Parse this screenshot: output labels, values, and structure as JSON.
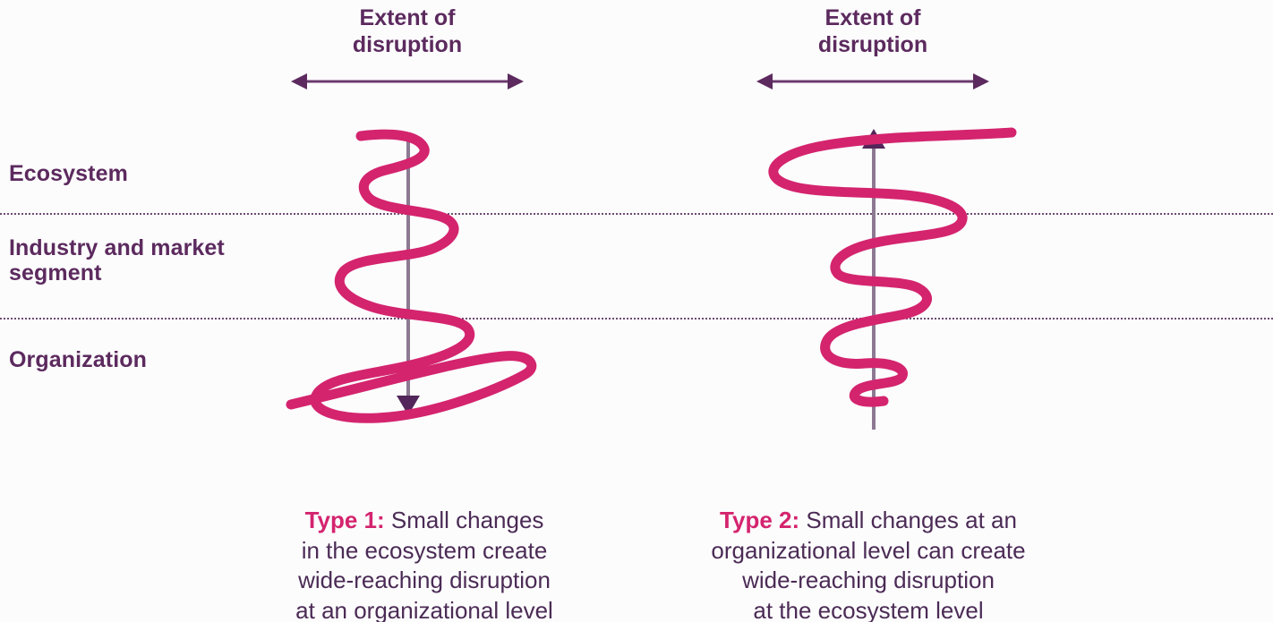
{
  "colors": {
    "accent_pink": "#d4246e",
    "dark_purple": "#5c2a5e",
    "caption_purple": "#4b2b55",
    "divider": "#6d4a72",
    "background": "#fcfcfd"
  },
  "bands": [
    {
      "key": "ecosystem",
      "label": "Ecosystem"
    },
    {
      "key": "industry",
      "label": "Industry and market\nsegment"
    },
    {
      "key": "organization",
      "label": "Organization"
    }
  ],
  "columns": [
    {
      "key": "type-1",
      "header": "Extent of\ndisruption",
      "arrow": {
        "left_head": "◄",
        "right_head": "►",
        "direction": "both"
      },
      "spiral": {
        "axis_arrow_direction": "down",
        "expansion": "widens-downward",
        "turns": 4
      },
      "caption_type": "Type 1:",
      "caption_body": " Small changes\nin the ecosystem create\nwide-reaching disruption\nat an organizational level"
    },
    {
      "key": "type-2",
      "header": "Extent of\ndisruption",
      "arrow": {
        "left_head": "◄",
        "right_head": "►",
        "direction": "both"
      },
      "spiral": {
        "axis_arrow_direction": "up",
        "expansion": "widens-upward",
        "turns": 4
      },
      "caption_type": "Type 2:",
      "caption_body": " Small changes at an\norganizational level can create\nwide-reaching disruption\nat the ecosystem level"
    }
  ]
}
